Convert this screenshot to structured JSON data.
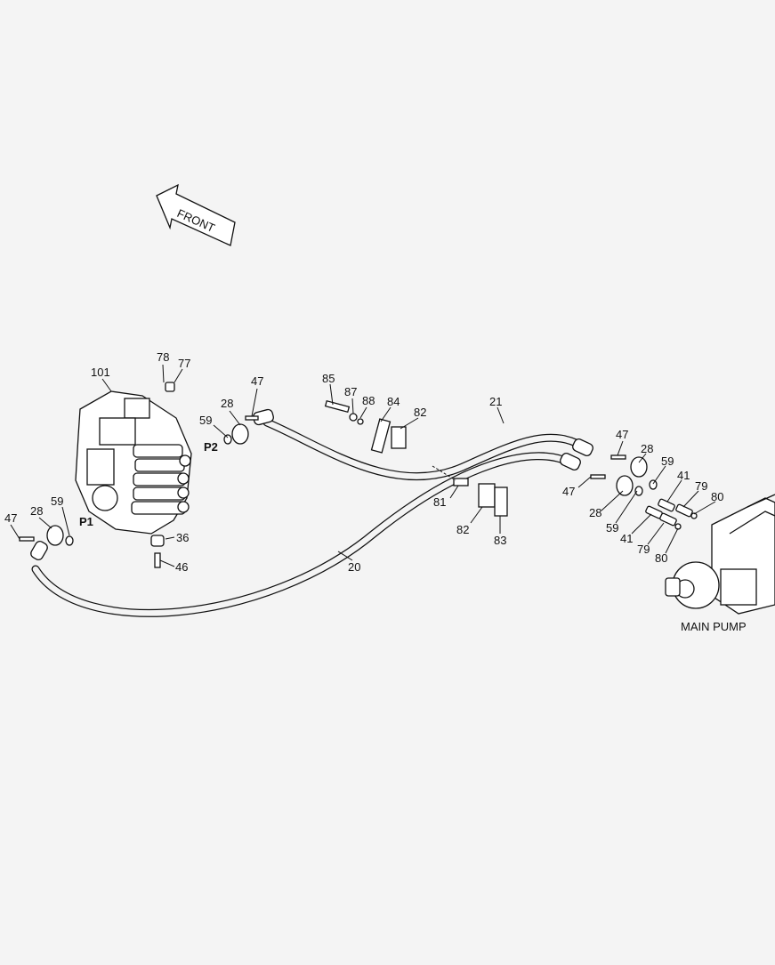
{
  "direction_arrow": {
    "label": "FRONT"
  },
  "caption": {
    "main_pump": "MAIN PUMP"
  },
  "ports": {
    "p1": "P1",
    "p2": "P2"
  },
  "callouts": {
    "c101": "101",
    "c78": "78",
    "c77": "77",
    "c47a": "47",
    "c28a": "28",
    "c59a": "59",
    "c47b": "47",
    "c28b": "28",
    "c59b": "59",
    "c36": "36",
    "c46": "46",
    "c85": "85",
    "c87": "87",
    "c88": "88",
    "c84": "84",
    "c82a": "82",
    "c21": "21",
    "c81": "81",
    "c82b": "82",
    "c83": "83",
    "c20": "20",
    "c47c": "47",
    "c28c": "28",
    "c59c": "59",
    "c41a": "41",
    "c79a": "79",
    "c80a": "80",
    "c47d": "47",
    "c28d": "28",
    "c59d": "59",
    "c41b": "41",
    "c79b": "79",
    "c80b": "80"
  }
}
